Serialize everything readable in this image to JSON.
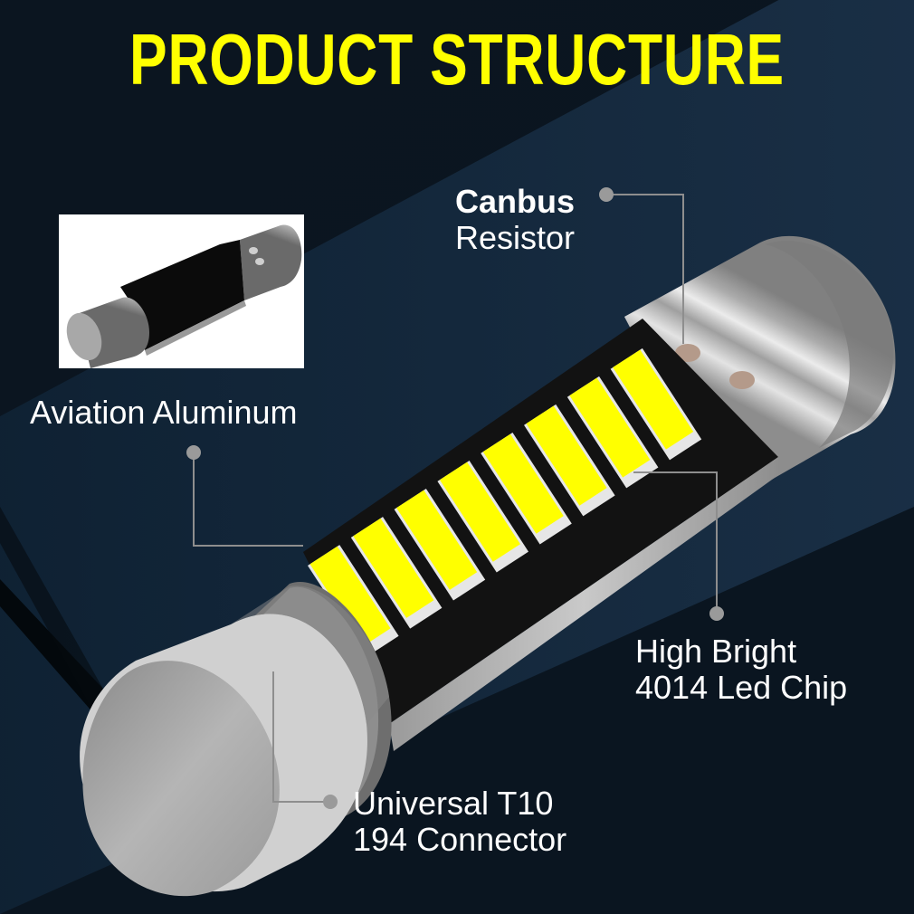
{
  "title": "PRODUCT STRUCTURE",
  "colors": {
    "background_dark": "#0a141d",
    "background_band": "#162a3d",
    "title": "#ffff00",
    "label_text": "#ffffff",
    "callout_line": "#8e8e8e",
    "callout_dot": "#9a9a9a",
    "led_chip": "#ffff00",
    "led_chip_border": "#e8e8e8",
    "pcb": "#111111",
    "metal": "#b8b8b8"
  },
  "labels": {
    "canbus": {
      "line1": "Canbus",
      "line2": "Resistor"
    },
    "aluminum": {
      "line1": "Aviation Aluminum"
    },
    "led_chip": {
      "line1": "High Bright",
      "line2": "4014 Led Chip"
    },
    "connector": {
      "line1": "Universal T10",
      "line2": "194 Connector"
    }
  },
  "product": {
    "led_chip_count": 8,
    "inset_image": "aluminum-body-closeup"
  }
}
